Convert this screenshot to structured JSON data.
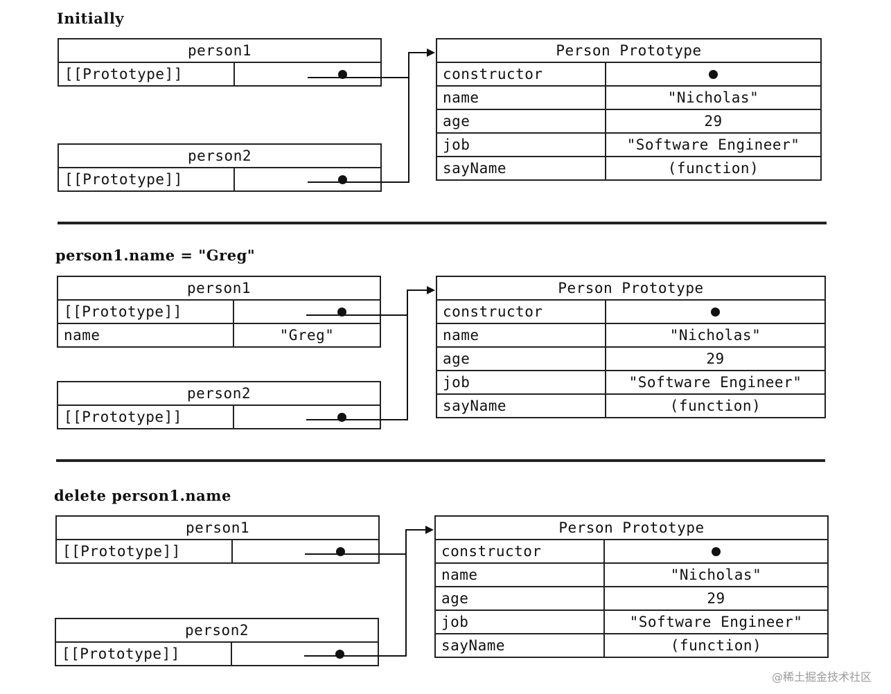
{
  "sections": [
    {
      "heading": "Initially",
      "person1": {
        "title": "person1",
        "rows": [
          {
            "key": "[[Prototype]]"
          }
        ]
      },
      "person2": {
        "title": "person2",
        "rows": [
          {
            "key": "[[Prototype]]"
          }
        ]
      },
      "prototype": {
        "title": "Person Prototype",
        "rows": [
          {
            "key": "constructor",
            "value": ""
          },
          {
            "key": "name",
            "value": "\"Nicholas\""
          },
          {
            "key": "age",
            "value": "29"
          },
          {
            "key": "job",
            "value": "\"Software Engineer\""
          },
          {
            "key": "sayName",
            "value": "(function)"
          }
        ]
      }
    },
    {
      "heading": "person1.name = \"Greg\"",
      "person1": {
        "title": "person1",
        "rows": [
          {
            "key": "[[Prototype]]"
          },
          {
            "key": "name",
            "value": "\"Greg\""
          }
        ]
      },
      "person2": {
        "title": "person2",
        "rows": [
          {
            "key": "[[Prototype]]"
          }
        ]
      },
      "prototype": {
        "title": "Person Prototype",
        "rows": [
          {
            "key": "constructor",
            "value": ""
          },
          {
            "key": "name",
            "value": "\"Nicholas\""
          },
          {
            "key": "age",
            "value": "29"
          },
          {
            "key": "job",
            "value": "\"Software Engineer\""
          },
          {
            "key": "sayName",
            "value": "(function)"
          }
        ]
      }
    },
    {
      "heading": "delete person1.name",
      "person1": {
        "title": "person1",
        "rows": [
          {
            "key": "[[Prototype]]"
          }
        ]
      },
      "person2": {
        "title": "person2",
        "rows": [
          {
            "key": "[[Prototype]]"
          }
        ]
      },
      "prototype": {
        "title": "Person Prototype",
        "rows": [
          {
            "key": "constructor",
            "value": ""
          },
          {
            "key": "name",
            "value": "\"Nicholas\""
          },
          {
            "key": "age",
            "value": "29"
          },
          {
            "key": "job",
            "value": "\"Software Engineer\""
          },
          {
            "key": "sayName",
            "value": "(function)"
          }
        ]
      }
    }
  ],
  "watermark": "@稀土掘金技术社区"
}
